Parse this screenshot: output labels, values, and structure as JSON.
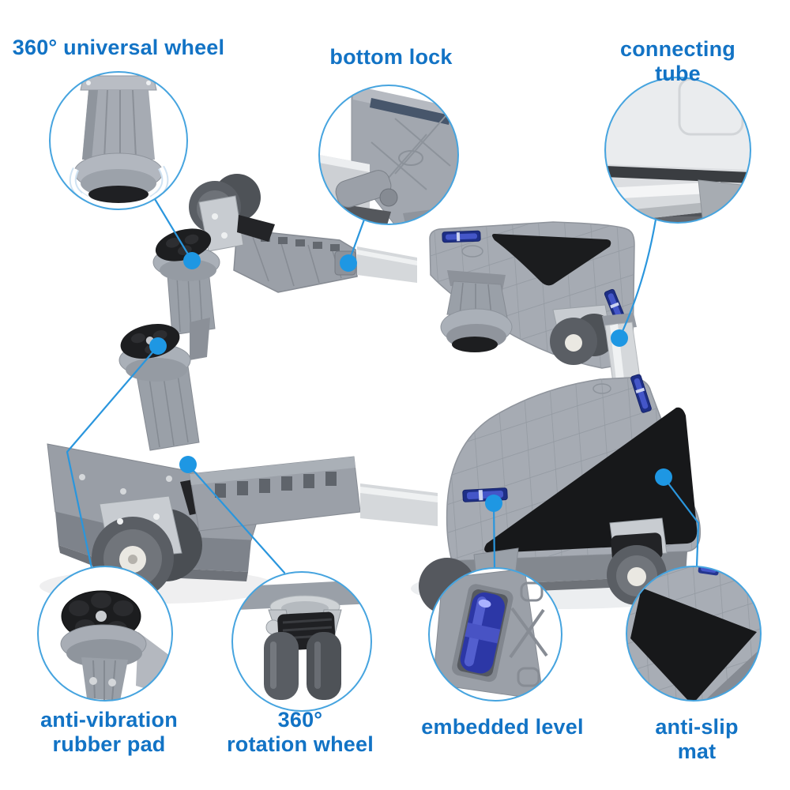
{
  "image": {
    "description": "Product infographic of an adjustable mobile appliance base shown as two halves with seven magnified circular detail callouts",
    "background": "#ffffff"
  },
  "colors": {
    "label_text": "#1273c5",
    "leader_line": "#2a96dd",
    "marker_dot": "#1e97e3",
    "callout_ring": "#46a4df",
    "plastic_grey": "#a0a5ad",
    "mat_black": "#17181a",
    "level_blue": "#2c37a6",
    "metal_silver": "#d5d8db"
  },
  "callouts": [
    {
      "id": "universal-wheel",
      "label": "360° universal wheel"
    },
    {
      "id": "bottom-lock",
      "label": "bottom lock"
    },
    {
      "id": "connecting-tube",
      "label": "connecting tube"
    },
    {
      "id": "anti-vibration-rubber-pad",
      "label": "anti-vibration\nrubber pad"
    },
    {
      "id": "rotation-wheel",
      "label": "360°\nrotation wheel"
    },
    {
      "id": "embedded-level",
      "label": "embedded level"
    },
    {
      "id": "anti-slip-mat",
      "label": "anti-slip mat"
    }
  ]
}
